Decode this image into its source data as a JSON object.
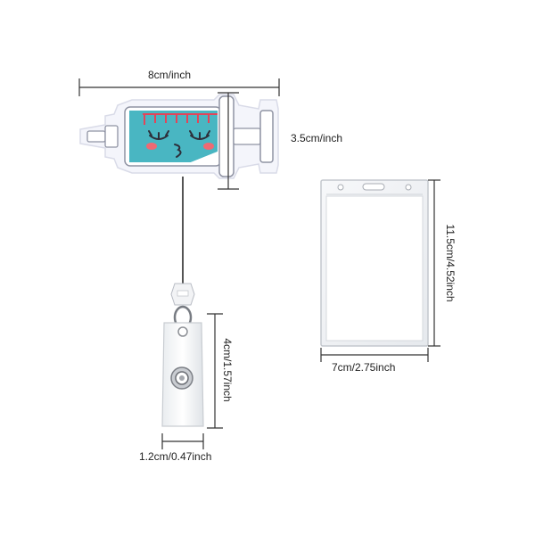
{
  "dimensions": {
    "syringe_width": "8cm/inch",
    "syringe_height": "3.5cm/inch",
    "clip_height": "4cm/1.57inch",
    "clip_width": "1.2cm/0.47inch",
    "holder_height": "11.5cm/4.52inch",
    "holder_width": "7cm/2.75inch"
  },
  "colors": {
    "felt": "#f4f5fb",
    "felt_edge": "#d9dbe8",
    "teal": "#49b6c2",
    "thread_red": "#e2455a",
    "cheek": "#ef6a73",
    "line": "#333333"
  }
}
